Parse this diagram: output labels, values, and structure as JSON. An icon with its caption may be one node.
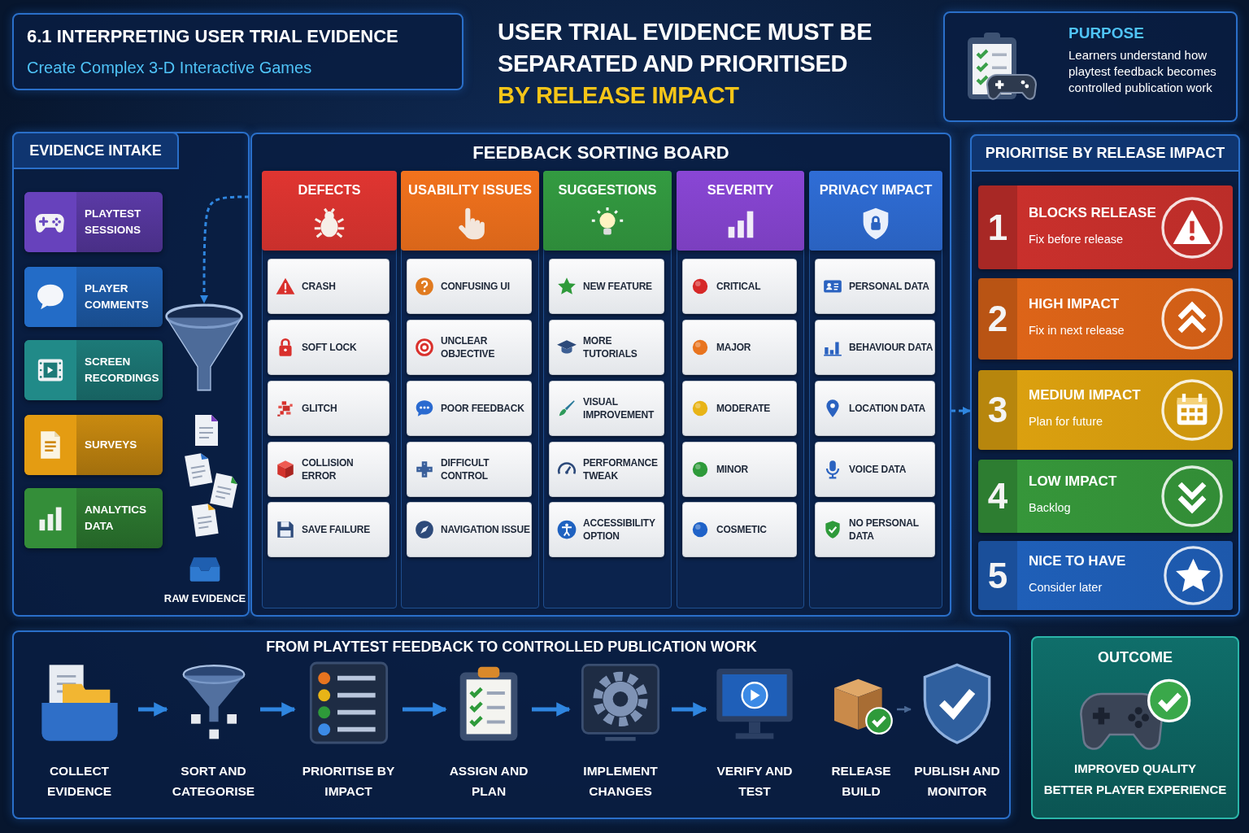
{
  "diagram": {
    "title": "USER TRIAL EVIDENCE MUST BE SEPARATED AND PRIORITISED",
    "nodes": [
      {
        "text": [
          "6.1 INTERPRETING USER TRIAL EVIDENCE",
          "Create Complex 3-D Interactive Games"
        ]
      },
      {
        "text": [
          "PURPOSE",
          "Learners understand how playtest feedback becomes controlled publication work"
        ]
      },
      {
        "text": [
          "EVIDENCE INTAKE"
        ]
      },
      {
        "text": [
          "PLAYTEST SESSIONS"
        ],
        "in": 2
      },
      {
        "text": [
          "PLAYER COMMENTS"
        ],
        "in": 2
      },
      {
        "text": [
          "SCREEN RECORDINGS"
        ],
        "in": 2
      },
      {
        "text": [
          "SURVEYS"
        ],
        "in": 2
      },
      {
        "text": [
          "ANALYTICS DATA"
        ],
        "in": 2
      },
      {
        "text": [],
        "shape": "picture",
        "in": 2
      },
      {
        "text": [
          "RAW EVIDENCE"
        ],
        "in": 2
      },
      {
        "text": [
          "FEEDBACK SORTING BOARD"
        ]
      },
      {
        "text": [
          "DEFECTS"
        ],
        "in": 10
      },
      {
        "text": [
          "CRASH"
        ],
        "in": 11
      },
      {
        "text": [
          "SOFT LOCK"
        ],
        "in": 11
      },
      {
        "text": [
          "GLITCH"
        ],
        "in": 11
      },
      {
        "text": [
          "COLLISION ERROR"
        ],
        "in": 11
      },
      {
        "text": [
          "SAVE FAILURE"
        ],
        "in": 11
      },
      {
        "text": [
          "USABILITY ISSUES"
        ],
        "in": 10
      },
      {
        "text": [
          "CONFUSING UI"
        ],
        "in": 17
      },
      {
        "text": [
          "UNCLEAR OBJECTIVE"
        ],
        "in": 17
      },
      {
        "text": [
          "POOR FEEDBACK"
        ],
        "in": 17
      },
      {
        "text": [
          "DIFFICULT CONTROL"
        ],
        "in": 17
      },
      {
        "text": [
          "NAVIGATION ISSUE"
        ],
        "in": 17
      },
      {
        "text": [
          "SUGGESTIONS"
        ],
        "in": 10
      },
      {
        "text": [
          "NEW FEATURE"
        ],
        "in": 23
      },
      {
        "text": [
          "MORE TUTORIALS"
        ],
        "in": 23
      },
      {
        "text": [
          "VISUAL IMPROVEMENT"
        ],
        "in": 23
      },
      {
        "text": [
          "PERFORMANCE TWEAK"
        ],
        "in": 23
      },
      {
        "text": [
          "ACCESSIBILITY OPTION"
        ],
        "in": 23
      },
      {
        "text": [
          "SEVERITY"
        ],
        "in": 10
      },
      {
        "text": [
          "CRITICAL"
        ],
        "in": 29
      },
      {
        "text": [
          "MAJOR"
        ],
        "in": 29
      },
      {
        "text": [
          "MODERATE"
        ],
        "in": 29
      },
      {
        "text": [
          "MINOR"
        ],
        "in": 29
      },
      {
        "text": [
          "COSMETIC"
        ],
        "in": 29
      },
      {
        "text": [
          "PRIVACY IMPACT"
        ],
        "in": 10
      },
      {
        "text": [
          "PERSONAL DATA"
        ],
        "in": 35
      },
      {
        "text": [
          "BEHAVIOUR DATA"
        ],
        "in": 35
      },
      {
        "text": [
          "LOCATION DATA"
        ],
        "in": 35
      },
      {
        "text": [
          "VOICE DATA"
        ],
        "in": 35
      },
      {
        "text": [
          "NO PERSONAL DATA"
        ],
        "in": 35
      },
      {
        "text": [
          "PRIORITISE BY RELEASE IMPACT"
        ]
      },
      {
        "text": [
          "1",
          "BLOCKS RELEASE",
          "Fix before release"
        ],
        "in": 41
      },
      {
        "text": [
          "2",
          "HIGH IMPACT",
          "Fix in next release"
        ],
        "in": 41
      },
      {
        "text": [
          "3",
          "MEDIUM IMPACT",
          "Plan for future"
        ],
        "in": 41
      },
      {
        "text": [
          "4",
          "LOW IMPACT",
          "Backlog"
        ],
        "in": 41
      },
      {
        "text": [
          "5",
          "NICE TO HAVE",
          "Consider later"
        ],
        "in": 41
      },
      {
        "text": [
          "FROM PLAYTEST FEEDBACK TO CONTROLLED PUBLICATION WORK"
        ]
      },
      {
        "text": [
          "COLLECT EVIDENCE"
        ],
        "in": 47
      },
      {
        "text": [
          "SORT AND CATEGORISE"
        ],
        "in": 47
      },
      {
        "text": [
          "PRIORITISE BY IMPACT"
        ],
        "in": 47
      },
      {
        "text": [
          "ASSIGN AND PLAN"
        ],
        "in": 47
      },
      {
        "text": [
          "IMPLEMENT CHANGES"
        ],
        "in": 47
      },
      {
        "text": [
          "VERIFY AND TEST"
        ],
        "in": 47
      },
      {
        "text": [
          "RELEASE BUILD"
        ],
        "in": 47
      },
      {
        "text": [
          "PUBLISH AND MONITOR"
        ],
        "in": 47
      },
      {
        "text": [
          "OUTCOME",
          "IMPROVED QUALITY",
          "BETTER PLAYER EXPERIENCE"
        ]
      }
    ],
    "edges": [
      {
        "from": null,
        "to": 8,
        "arrow": "to",
        "style": "dashed"
      },
      {
        "from": 10,
        "to": 41,
        "arrow": "to",
        "style": "dashed"
      },
      {
        "from": 48,
        "to": 49,
        "arrow": "to"
      },
      {
        "from": 49,
        "to": 50,
        "arrow": "to"
      },
      {
        "from": 50,
        "to": 51,
        "arrow": "to"
      },
      {
        "from": 51,
        "to": 52,
        "arrow": "to"
      },
      {
        "from": 52,
        "to": 53,
        "arrow": "to"
      },
      {
        "from": 54,
        "to": 55,
        "arrow": "to",
        "color": "#4a6894"
      }
    ],
    "labels": [
      "BY RELEASE IMPACT"
    ]
  }
}
